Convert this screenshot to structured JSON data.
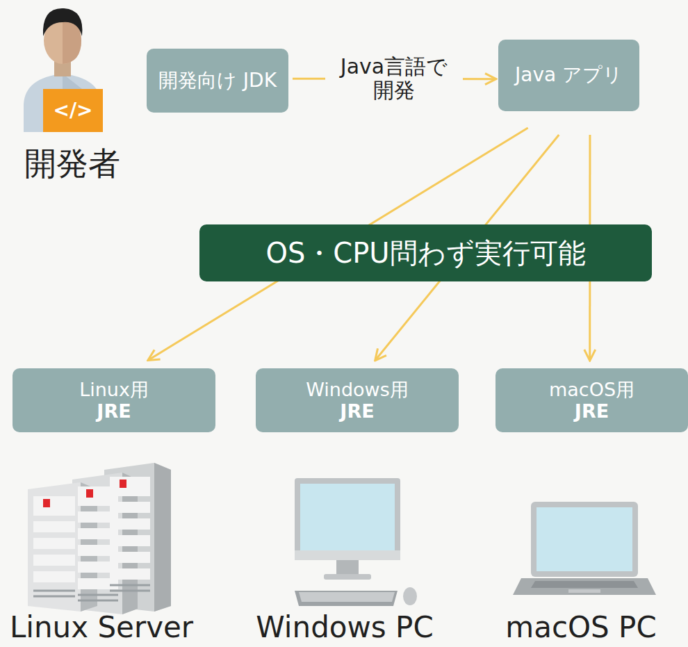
{
  "diagram": {
    "nodes": [
      {
        "text": [
          "開発向け JDK"
        ]
      },
      {
        "text": [
          "Java アプリ"
        ]
      },
      {
        "text": [
          "OS・CPU問わず実行可能"
        ]
      },
      {
        "text": [
          "Linux用",
          "JRE"
        ]
      },
      {
        "text": [
          "Windows用",
          "JRE"
        ]
      },
      {
        "text": [
          "macOS用",
          "JRE"
        ]
      }
    ],
    "edges": [
      {
        "from": 0,
        "to": 1,
        "arrow": "to",
        "label": "Java言語で 開発"
      },
      {
        "from": 1,
        "to": 3,
        "arrow": "to"
      },
      {
        "from": 1,
        "to": 4,
        "arrow": "to"
      },
      {
        "from": 1,
        "to": 5,
        "arrow": "to"
      }
    ],
    "labels": [
      "開発者",
      "</>",
      "Linux Server",
      "Windows PC",
      "macOS PC"
    ]
  }
}
